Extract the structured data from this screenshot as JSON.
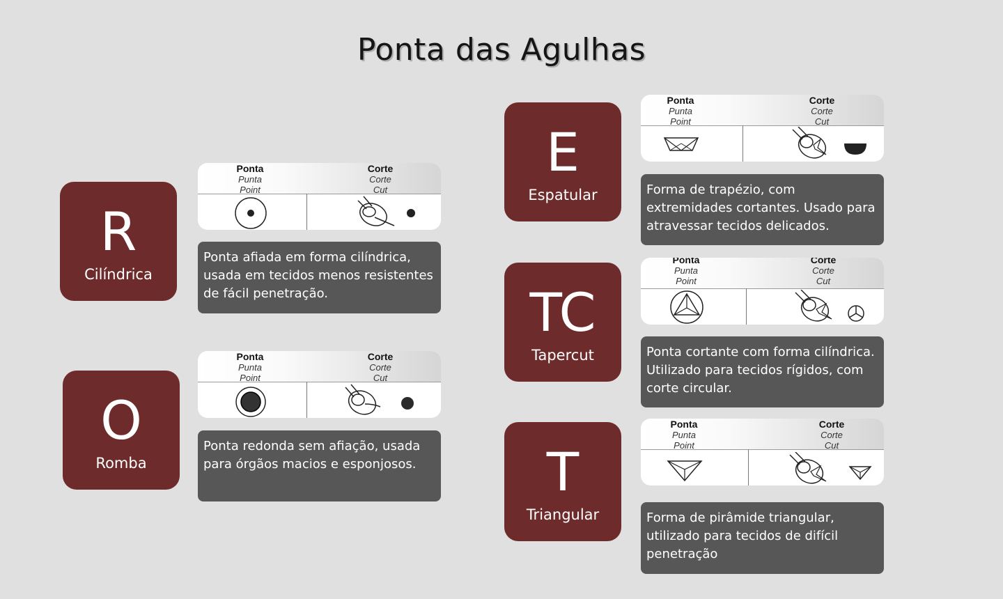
{
  "title": "Ponta das Agulhas",
  "table_header": {
    "point": [
      "Ponta",
      "Punta",
      "Point"
    ],
    "cut": [
      "Corte",
      "Corte",
      "Cut"
    ]
  },
  "needles": {
    "r": {
      "letter": "R",
      "name": "Cilíndrica",
      "description": "Ponta afiada em forma cilíndrica, usada em tecidos menos resistentes de fácil penetração."
    },
    "o": {
      "letter": "O",
      "name": "Romba",
      "description": "Ponta redonda sem afiação, usada para órgãos macios e esponjosos."
    },
    "e": {
      "letter": "E",
      "name": "Espatular",
      "description": "Forma de trapézio, com extremidades cortantes. Usado para atravessar tecidos delicados."
    },
    "tc": {
      "letter": "TC",
      "name": "Tapercut",
      "description": "Ponta cortante com forma cilíndrica. Utilizado para tecidos rígidos, com corte circular."
    },
    "t": {
      "letter": "T",
      "name": "Triangular",
      "description": "Forma de pirâmide triangular, utilizado para tecidos de difícil penetração"
    }
  },
  "colors": {
    "badge": "#6e2b2b",
    "description_box": "#575757",
    "background": "#e0e0e0"
  }
}
